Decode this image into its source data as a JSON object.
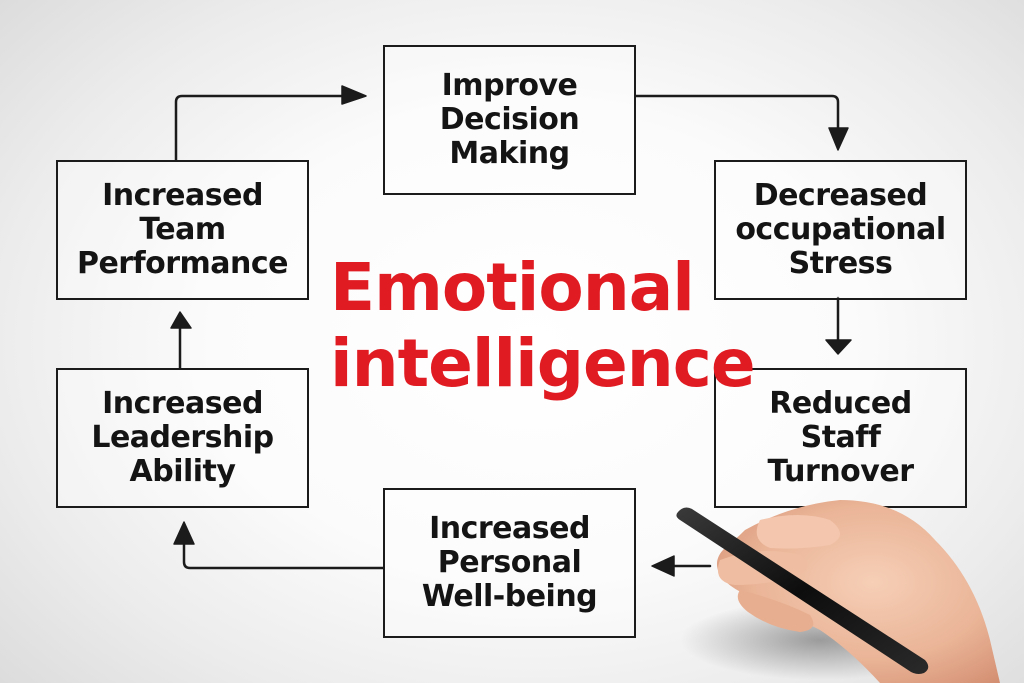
{
  "diagram": {
    "title": {
      "lines": [
        "Emotional",
        "intelligence"
      ],
      "color": "#e11b22"
    },
    "nodes": [
      {
        "id": "improve-decision-making",
        "lines": [
          "Improve",
          "Decision",
          "Making"
        ]
      },
      {
        "id": "decreased-occupational-stress",
        "lines": [
          "Decreased",
          "occupational",
          "Stress"
        ]
      },
      {
        "id": "reduced-staff-turnover",
        "lines": [
          "Reduced",
          "Staff",
          "Turnover"
        ]
      },
      {
        "id": "increased-personal-well-being",
        "lines": [
          "Increased",
          "Personal",
          "Well-being"
        ]
      },
      {
        "id": "increased-leadership-ability",
        "lines": [
          "Increased",
          "Leadership",
          "Ability"
        ]
      },
      {
        "id": "increased-team-performance",
        "lines": [
          "Increased",
          "Team",
          "Performance"
        ]
      }
    ],
    "edges": [
      {
        "from": "improve-decision-making",
        "to": "decreased-occupational-stress"
      },
      {
        "from": "decreased-occupational-stress",
        "to": "reduced-staff-turnover"
      },
      {
        "from": "reduced-staff-turnover",
        "to": "increased-personal-well-being"
      },
      {
        "from": "increased-personal-well-being",
        "to": "increased-leadership-ability"
      },
      {
        "from": "increased-leadership-ability",
        "to": "increased-team-performance"
      },
      {
        "from": "increased-team-performance",
        "to": "improve-decision-making"
      }
    ],
    "stroke_color": "#1b1b1b",
    "background_color": "#f4f4f4"
  }
}
